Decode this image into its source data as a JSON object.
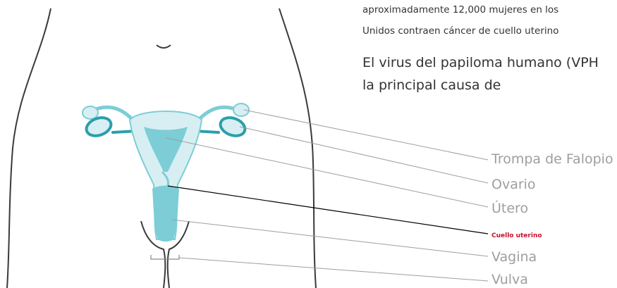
{
  "intro": {
    "line1": "aproximadamente 12,000 mujeres en los",
    "line2": "Unidos contraen cáncer de cuello uterino"
  },
  "hpv": {
    "line1": "El virus del papiloma humano (VPH",
    "line2": "la principal causa de"
  },
  "labels": {
    "fallopian_tube": "Trompa de Falopio",
    "ovary": "Ovario",
    "uterus": "Útero",
    "cervix": "Cuello uterino",
    "vagina": "Vagina",
    "vulva": "Vulva"
  },
  "colors": {
    "organ_teal": "#7ccdd6",
    "organ_light": "#d7eff2",
    "organ_dark": "#2b9fac",
    "leader_gray": "#9e9e9e",
    "leader_highlight": "#000000",
    "highlight_label": "#c8102e",
    "body_outline": "#3a3a3a"
  }
}
